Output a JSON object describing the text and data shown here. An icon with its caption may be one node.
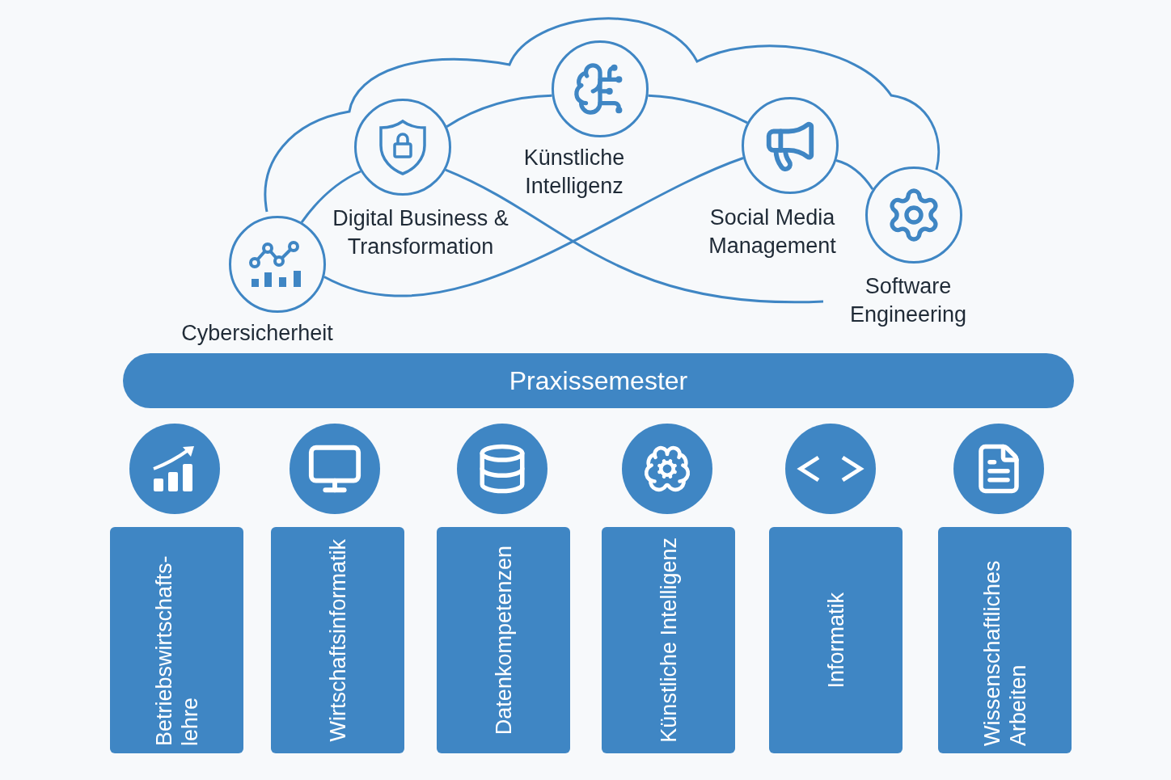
{
  "diagram": {
    "nodes": [
      {
        "text": [
          "Cybersicherheit"
        ]
      },
      {
        "text": [
          "Digital Business & Transformation"
        ]
      },
      {
        "text": [
          "Künstliche Intelligenz"
        ]
      },
      {
        "text": [
          "Social Media Management"
        ]
      },
      {
        "text": [
          "Software Engineering"
        ]
      },
      {
        "text": [
          "Praxissemester"
        ]
      },
      {
        "text": [
          "Betriebswirtschafts- lehre"
        ]
      },
      {
        "text": [
          "Wirtschaftsinformatik"
        ]
      },
      {
        "text": [
          "Datenkompetenzen"
        ]
      },
      {
        "text": [
          "Künstliche Intelligenz"
        ]
      },
      {
        "text": [
          "Informatik"
        ]
      },
      {
        "text": [
          "Wissenschaftliches Arbeiten"
        ]
      }
    ],
    "edges": [
      {
        "from": 0,
        "to": 1,
        "arrow": "none"
      },
      {
        "from": 1,
        "to": 2,
        "arrow": "none"
      },
      {
        "from": 2,
        "to": 3,
        "arrow": "none"
      },
      {
        "from": 3,
        "to": 4,
        "arrow": "none"
      },
      {
        "from": 1,
        "to": 4,
        "arrow": "none"
      },
      {
        "from": 0,
        "to": 3,
        "arrow": "none"
      }
    ]
  }
}
